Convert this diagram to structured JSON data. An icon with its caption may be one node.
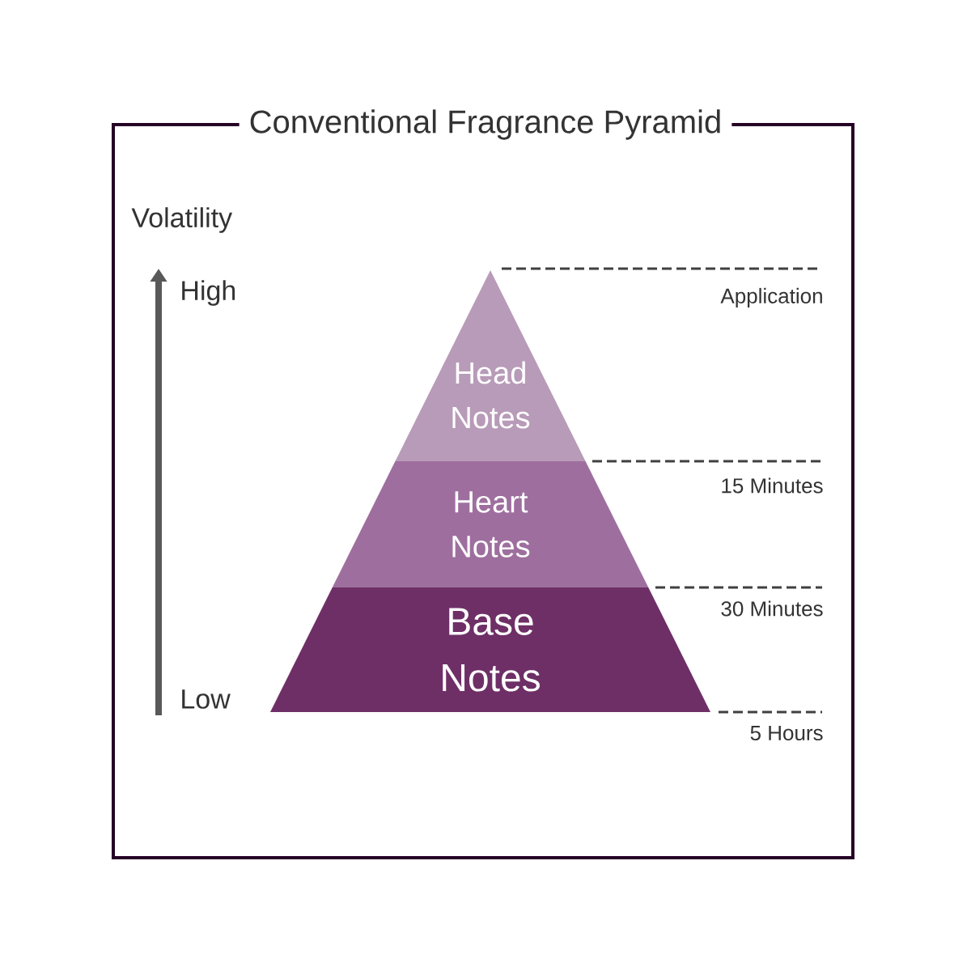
{
  "diagram": {
    "title": "Conventional Fragrance Pyramid",
    "nodes": [
      {
        "text": [
          "Head Notes"
        ]
      },
      {
        "text": [
          "Heart Notes"
        ]
      },
      {
        "text": [
          "Base Notes"
        ]
      }
    ],
    "labels": [
      "Volatility",
      "High",
      "Low",
      "Application",
      "15 Minutes",
      "30 Minutes",
      "5 Hours"
    ]
  }
}
